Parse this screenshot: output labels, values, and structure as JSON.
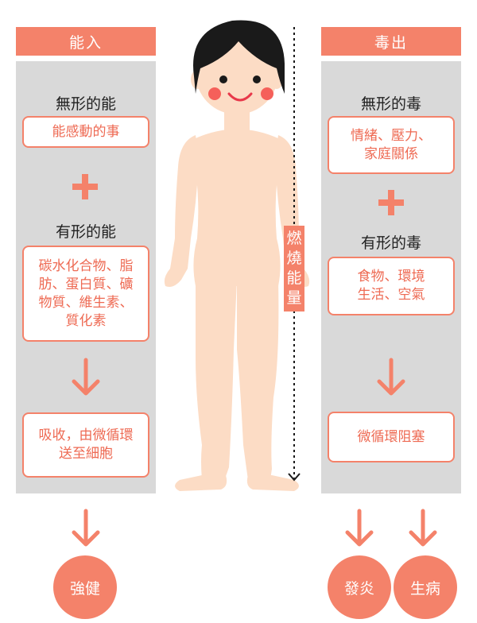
{
  "left": {
    "header": "能入",
    "intangible_heading": "無形的能",
    "intangible_box": "能感動的事",
    "tangible_heading": "有形的能",
    "tangible_box": "碳水化合物、脂\n肪、蛋白質、礦\n物質、維生素、\n質化素",
    "absorb_box": "吸收，由微循環\n送至細胞",
    "result": "強健"
  },
  "right": {
    "header": "毒出",
    "intangible_heading": "無形的毒",
    "intangible_box": "情緒、壓力、\n家庭關係",
    "tangible_heading": "有形的毒",
    "tangible_box": "食物、環境\n生活、空氣",
    "block_box": "微循環阻塞",
    "results": [
      "發炎",
      "生病"
    ]
  },
  "center": {
    "energy_label": "燃\n燒\n能\n量"
  },
  "colors": {
    "accent": "#f4826a",
    "panel": "#d9d9d9",
    "skin": "#fcdcc5",
    "hair": "#1a1a1a"
  }
}
